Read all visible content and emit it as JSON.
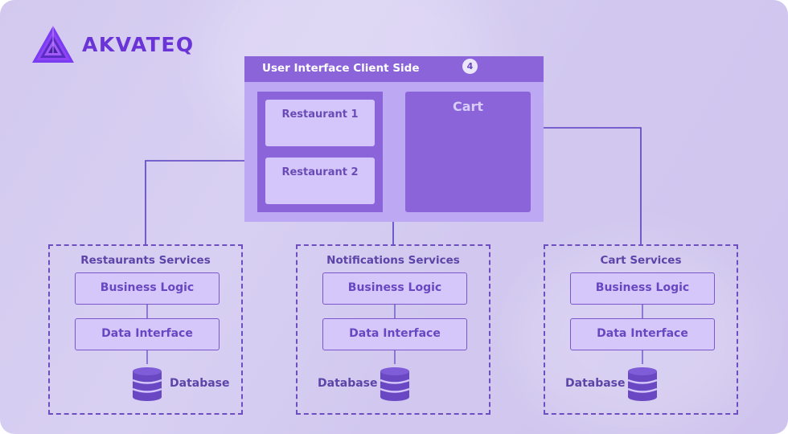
{
  "brand": {
    "name": "AKVATEQ"
  },
  "ui_panel": {
    "title": "User Interface Client Side",
    "badge": "4",
    "restaurants": [
      "Restaurant 1",
      "Restaurant 2"
    ],
    "cart_label": "Cart"
  },
  "services": [
    {
      "title": "Restaurants Services",
      "business": "Business Logic",
      "data": "Data Interface",
      "db": "Database"
    },
    {
      "title": "Notifications Services",
      "business": "Business Logic",
      "data": "Data Interface",
      "db": "Database"
    },
    {
      "title": "Cart Services",
      "business": "Business Logic",
      "data": "Data Interface",
      "db": "Database"
    }
  ],
  "colors": {
    "accent": "#6a34d6",
    "panel": "#8a64d8",
    "line": "#5b3fc0",
    "card": "#d4c5fa"
  }
}
